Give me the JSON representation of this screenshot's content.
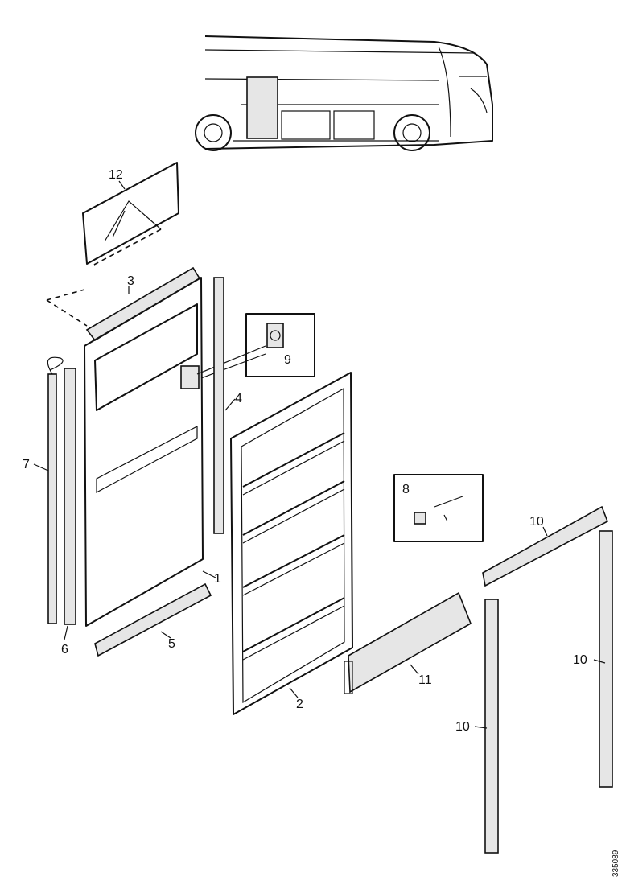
{
  "parts": [
    {
      "id": "p1",
      "label": "1"
    },
    {
      "id": "p2",
      "label": "2"
    },
    {
      "id": "p3",
      "label": "3"
    },
    {
      "id": "p4",
      "label": "4"
    },
    {
      "id": "p5",
      "label": "5"
    },
    {
      "id": "p6",
      "label": "6"
    },
    {
      "id": "p7",
      "label": "7"
    },
    {
      "id": "p8",
      "label": "8"
    },
    {
      "id": "p9",
      "label": "9"
    },
    {
      "id": "p10a",
      "label": "10"
    },
    {
      "id": "p10b",
      "label": "10"
    },
    {
      "id": "p10c",
      "label": "10"
    },
    {
      "id": "p11",
      "label": "11"
    },
    {
      "id": "p12",
      "label": "12"
    }
  ],
  "drawing_code": "335089"
}
